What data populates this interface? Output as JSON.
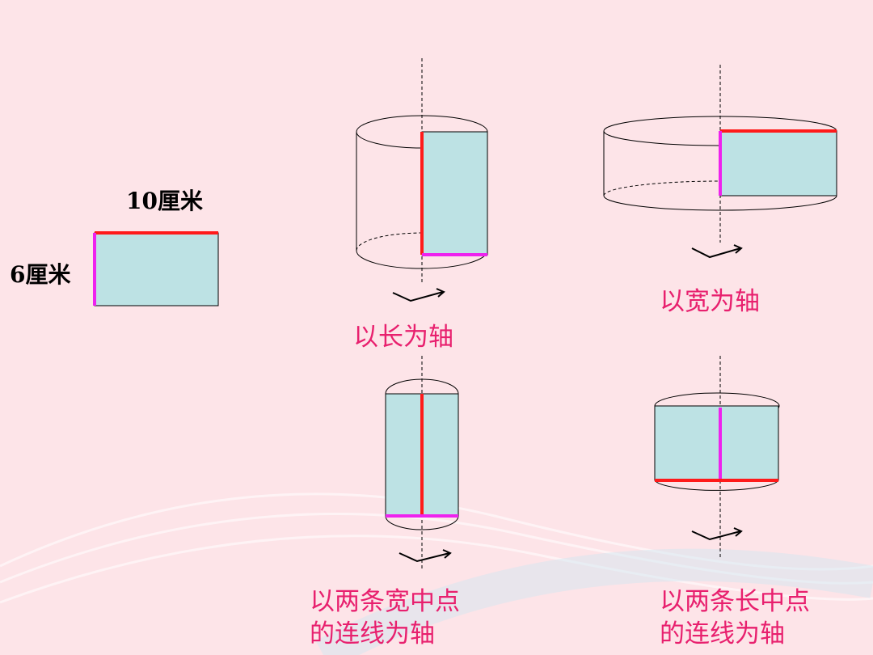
{
  "labels": {
    "length": "10厘米",
    "width": "6厘米"
  },
  "captions": {
    "axis_length": "以长为轴",
    "axis_width": "以宽为轴",
    "axis_width_midpoints_line1": "以两条宽中点",
    "axis_width_midpoints_line2": "的连线为轴",
    "axis_length_midpoints_line1": "以两条长中点",
    "axis_length_midpoints_line2": "的连线为轴"
  },
  "colors": {
    "background": "#fde4e8",
    "fill": "#bde2e4",
    "length_edge": "#ff1a1a",
    "width_edge": "#ee22ee",
    "caption": "#e8206e"
  }
}
